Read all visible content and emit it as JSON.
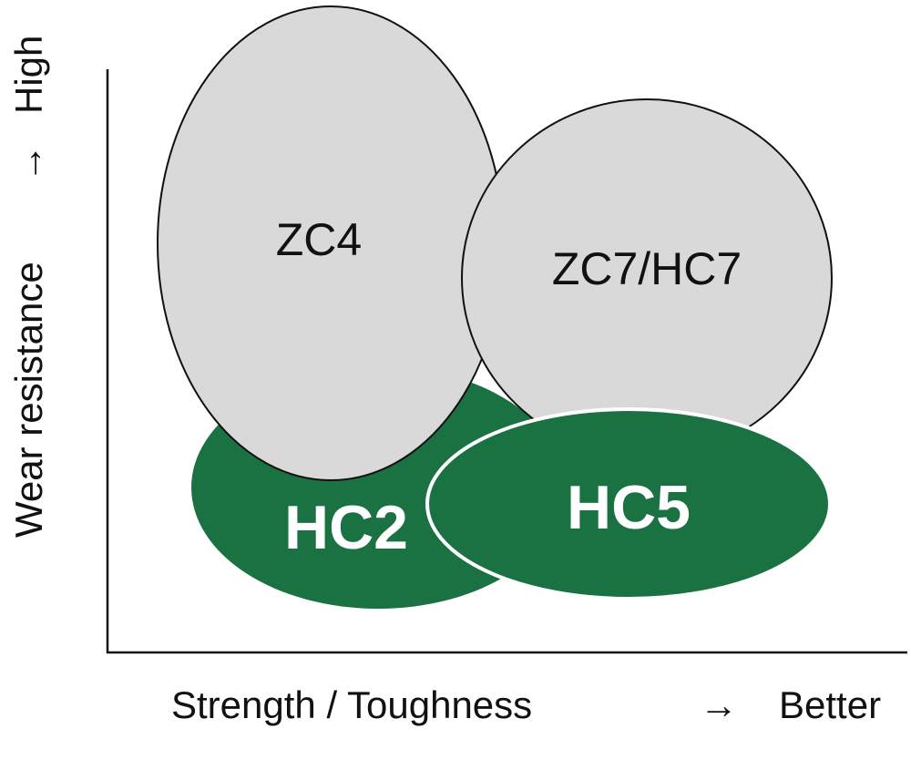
{
  "diagram": {
    "colors": {
      "green": "#1a7243",
      "gray": "#d9d9d9",
      "outline": "#111111",
      "axis": "#111111"
    },
    "x_axis": {
      "label": "Strength / Toughness",
      "arrow": "→",
      "end_label": "Better"
    },
    "y_axis": {
      "label": "Wear resistance",
      "arrow": "→",
      "end_label": "High"
    },
    "groups": [
      {
        "name": "HC2",
        "style": "green"
      },
      {
        "name": "ZC4",
        "style": "gray"
      },
      {
        "name": "ZC7/HC7",
        "style": "gray"
      },
      {
        "name": "HC5",
        "style": "green"
      }
    ]
  }
}
